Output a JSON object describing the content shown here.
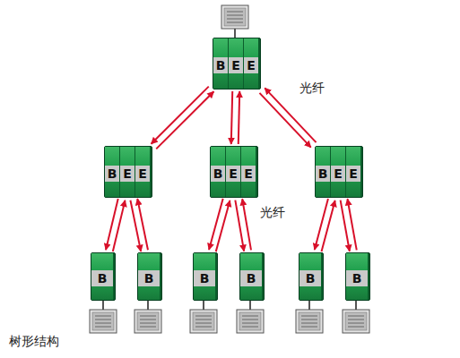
{
  "diagram": {
    "nodes": [
      {
        "text": [
          "B",
          "E",
          "E"
        ]
      },
      {
        "text": [
          "B",
          "E",
          "E"
        ]
      },
      {
        "text": [
          "B",
          "E",
          "E"
        ]
      },
      {
        "text": [
          "B",
          "E",
          "E"
        ]
      },
      {
        "text": [
          "B"
        ]
      },
      {
        "text": [
          "B"
        ]
      },
      {
        "text": [
          "B"
        ]
      },
      {
        "text": [
          "B"
        ]
      },
      {
        "text": [
          "B"
        ]
      },
      {
        "text": [
          "B"
        ]
      }
    ],
    "edges": [
      {
        "from": 0,
        "to": 1,
        "arrow": "to"
      },
      {
        "from": 1,
        "to": 0,
        "arrow": "to"
      },
      {
        "from": 0,
        "to": 2,
        "arrow": "to"
      },
      {
        "from": 2,
        "to": 0,
        "arrow": "to"
      },
      {
        "from": 0,
        "to": 3,
        "arrow": "to"
      },
      {
        "from": 3,
        "to": 0,
        "arrow": "to"
      },
      {
        "from": 1,
        "to": 4,
        "arrow": "to"
      },
      {
        "from": 4,
        "to": 1,
        "arrow": "to"
      },
      {
        "from": 1,
        "to": 5,
        "arrow": "to"
      },
      {
        "from": 5,
        "to": 1,
        "arrow": "to"
      },
      {
        "from": 2,
        "to": 6,
        "arrow": "to"
      },
      {
        "from": 6,
        "to": 2,
        "arrow": "to"
      },
      {
        "from": 2,
        "to": 7,
        "arrow": "to"
      },
      {
        "from": 7,
        "to": 2,
        "arrow": "to"
      },
      {
        "from": 3,
        "to": 8,
        "arrow": "to"
      },
      {
        "from": 8,
        "to": 3,
        "arrow": "to"
      },
      {
        "from": 3,
        "to": 9,
        "arrow": "to"
      },
      {
        "from": 9,
        "to": 3,
        "arrow": "to"
      }
    ],
    "labels": [
      "光纤",
      "光纤",
      "树形结构"
    ]
  }
}
